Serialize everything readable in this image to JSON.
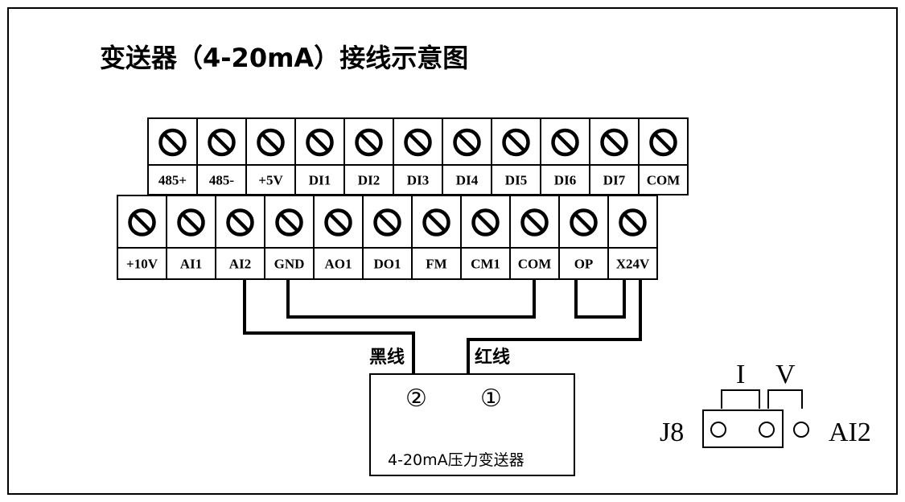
{
  "title": "变送器（4-20mA）接线示意图",
  "terminals": {
    "top_row": [
      "485+",
      "485-",
      "+5V",
      "DI1",
      "DI2",
      "DI3",
      "DI4",
      "DI5",
      "DI6",
      "DI7",
      "COM"
    ],
    "bottom_row": [
      "+10V",
      "AI1",
      "AI2",
      "GND",
      "AO1",
      "DO1",
      "FM",
      "CM1",
      "COM",
      "OP",
      "X24V"
    ]
  },
  "wires": {
    "black_label": "黑线",
    "red_label": "红线"
  },
  "transmitter": {
    "name": "4-20mA压力变送器",
    "pin_2": "②",
    "pin_1": "①"
  },
  "jumper": {
    "name": "J8",
    "current_label": "I",
    "voltage_label": "V",
    "input_label": "AI2"
  }
}
